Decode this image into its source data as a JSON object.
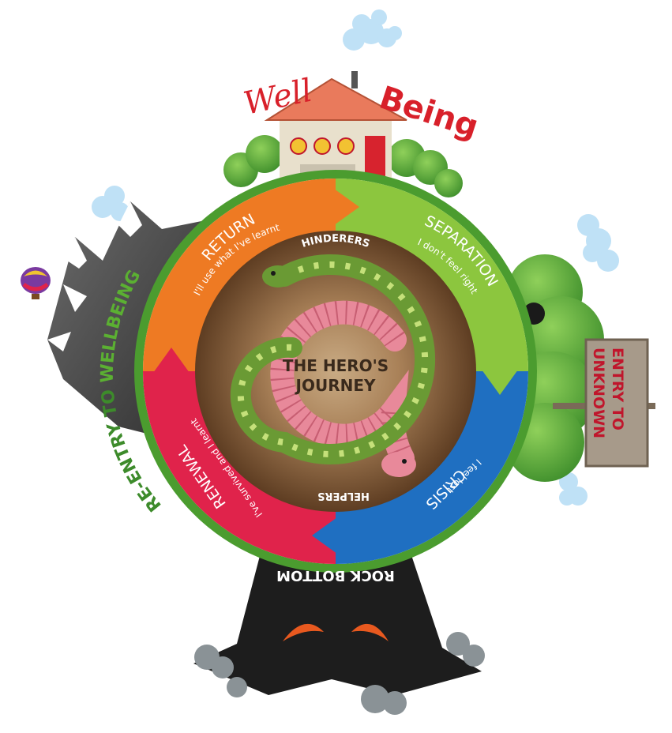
{
  "title": {
    "line1": "THE HERO'S",
    "line2": "JOURNEY"
  },
  "well_being": {
    "word1": "Well",
    "word2": "Being"
  },
  "stages": {
    "return": {
      "label": "RETURN",
      "sub": "I'll use what I've learnt"
    },
    "separation": {
      "label": "SEPARATION",
      "sub": "I don't feel right"
    },
    "crisis": {
      "label": "CRISIS",
      "sub": "I feel lost"
    },
    "renewal": {
      "label": "RENEWAL",
      "sub": "I've survived and I learnt"
    }
  },
  "inner_labels": {
    "hinderers": "HINDERERS",
    "helpers": "HELPERS"
  },
  "side_labels": {
    "reentry_prefix": "RE-ENTRY TO ",
    "reentry_word": "WELLBEING",
    "rock_bottom": "ROCK BOTTOM",
    "sign_line1": "ENTRY TO",
    "sign_line2": "UNKNOWN"
  },
  "colors": {
    "return": "#ee7a23",
    "separation": "#8cc63e",
    "crisis": "#1f6fc1",
    "renewal": "#e0234b",
    "outer_ring": "#3d8b2b",
    "earth": "#6e4a2d",
    "earth_center": "#c4a57e",
    "well_being_red": "#d8202a",
    "worm": "#e8899a",
    "snake": "#6a9a34"
  }
}
